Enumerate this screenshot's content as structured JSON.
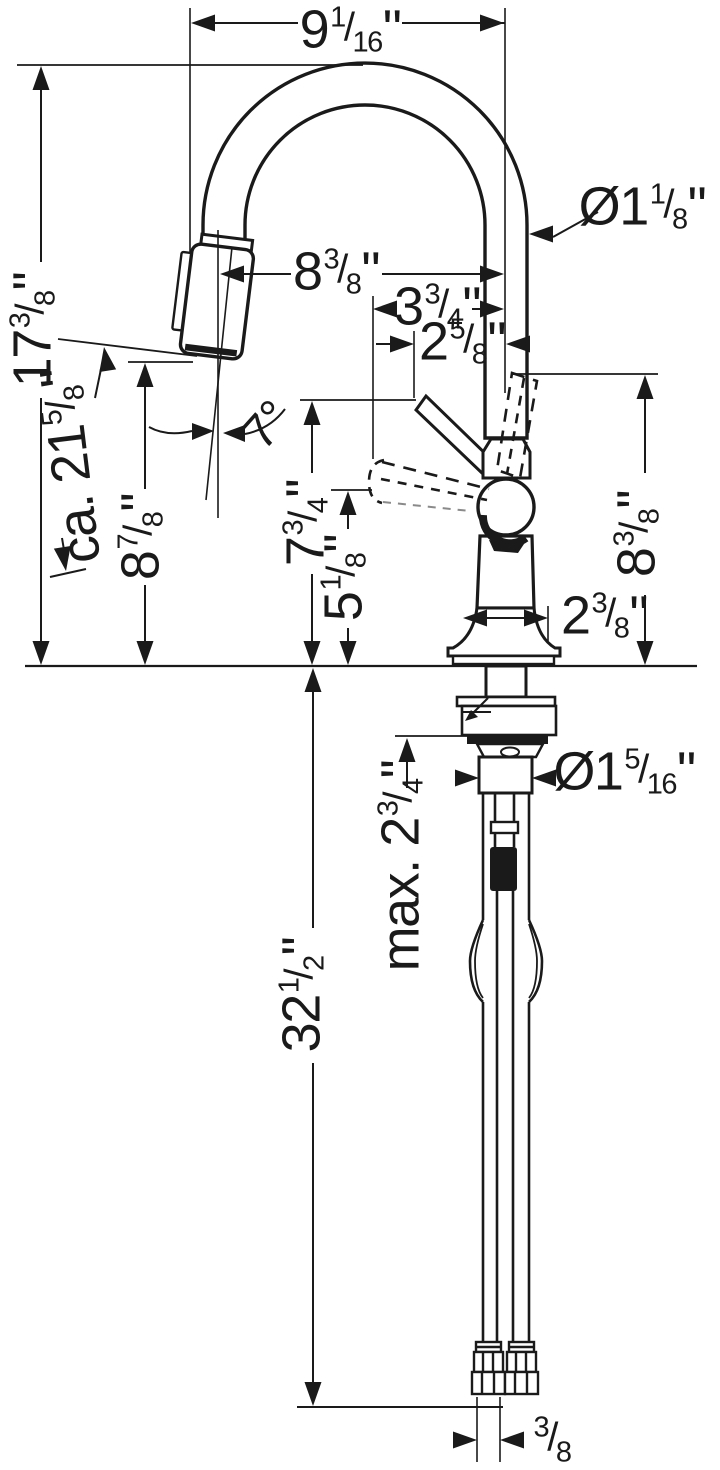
{
  "drawing": {
    "title": "Kitchen faucet dimensional drawing",
    "line_color": "#1a1a1a",
    "background": "#ffffff"
  },
  "dimensions": {
    "spout_width_top": "9 1/16\"",
    "overall_height": "17 3/8\"",
    "hose_pullout_length": "ca. 21 5/8\"",
    "outlet_height": "8 7/8\"",
    "spray_head_angle": "7°",
    "handle_height": "7 3/4\"",
    "lever_down_height": "5 1/8\"",
    "spout_reach": "8 3/8\"",
    "handle_reach": "3 3/4\"",
    "lever_reach": "2 5/8\"",
    "spout_pipe_diameter": "Ø1 1/8\"",
    "handle_top_height": "8 3/8\"",
    "base_width": "2 3/8\"",
    "shank_diameter": "Ø1 5/16\"",
    "max_counter_thickness": "max. 2 3/4\"",
    "hose_length_below_deck": "32 1/2\"",
    "supply_connection_size": "3/8"
  }
}
